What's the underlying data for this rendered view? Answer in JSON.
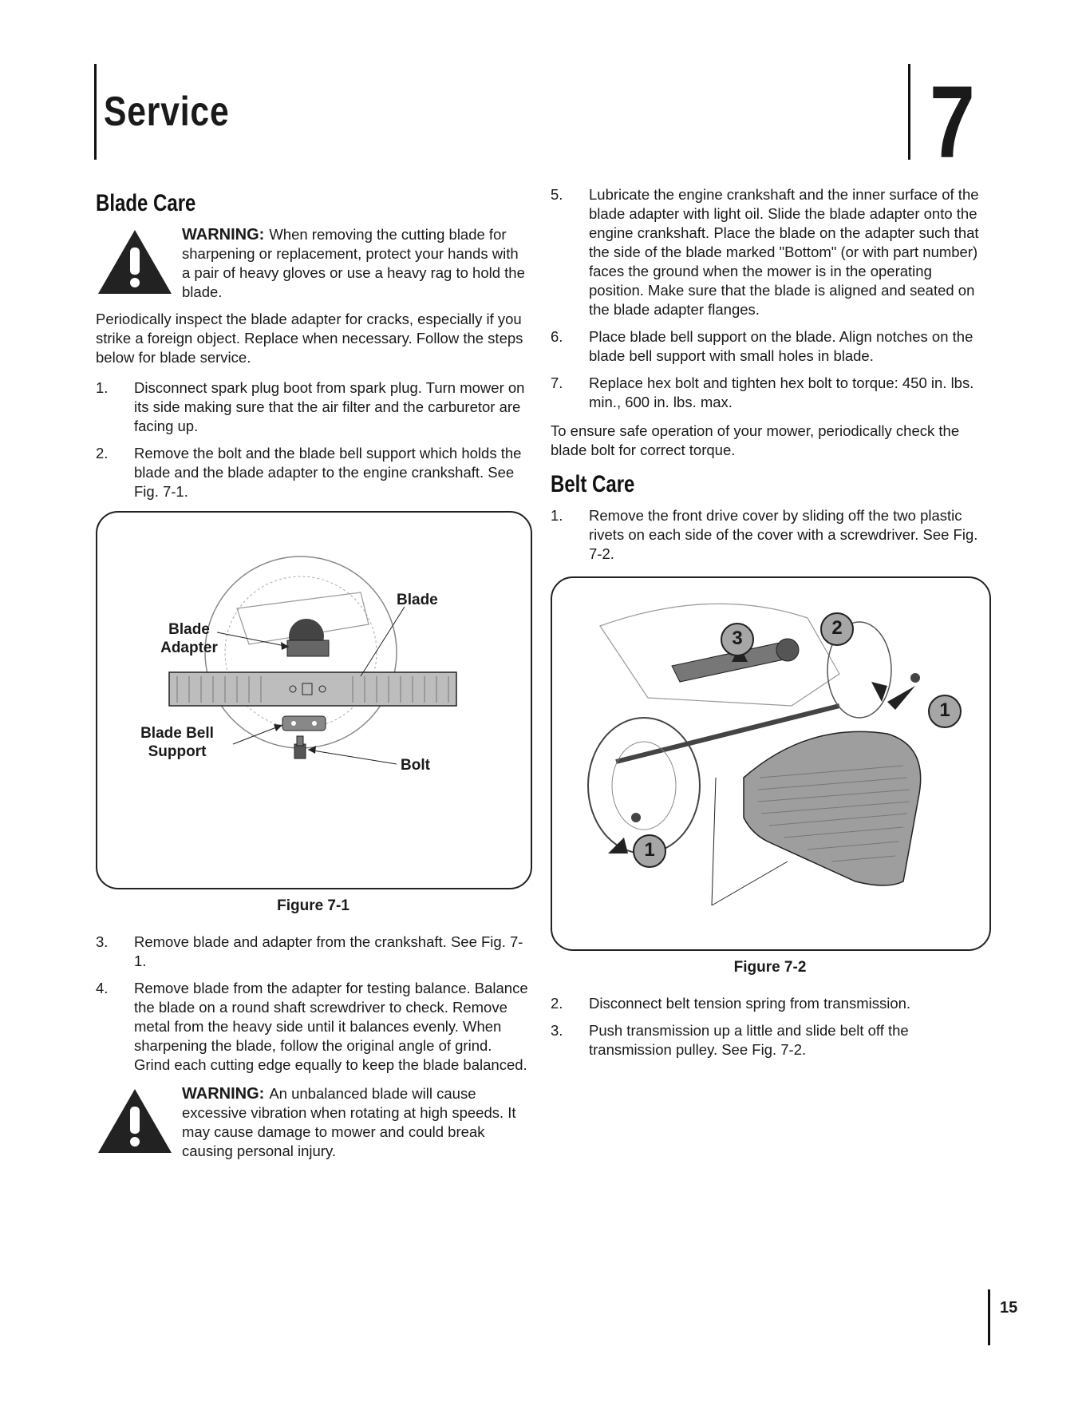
{
  "header": {
    "chapter_title": "Service",
    "chapter_number": "7"
  },
  "blade_care": {
    "heading": "Blade Care",
    "warning1": {
      "label": "WARNING:",
      "text": "When removing the cutting blade for sharpening or replacement, protect your hands with a pair of heavy gloves or use a heavy rag to hold the blade."
    },
    "intro": "Periodically inspect the blade adapter for cracks, especially if you strike a foreign object. Replace when necessary. Follow the steps below for blade service.",
    "steps_a": [
      {
        "num": "1.",
        "text": "Disconnect spark plug boot from spark plug. Turn mower on its side making sure that the air filter and the carburetor are facing up."
      },
      {
        "num": "2.",
        "text": "Remove the bolt and the blade bell support which holds the blade and the blade adapter to the engine crankshaft. See Fig. 7-1."
      }
    ],
    "figure1": {
      "caption": "Figure 7-1",
      "labels": {
        "blade_adapter": "Blade Adapter",
        "blade": "Blade",
        "blade_bell_support": "Blade Bell Support",
        "bolt": "Bolt"
      }
    },
    "steps_b": [
      {
        "num": "3.",
        "text": "Remove blade and adapter from the crankshaft. See Fig. 7-1."
      },
      {
        "num": "4.",
        "text": "Remove blade from the adapter for testing balance. Balance the blade on a round shaft screwdriver to check. Remove metal from the heavy side until it balances evenly. When sharpening the blade, follow the original angle of grind. Grind each cutting edge equally to keep the blade balanced."
      }
    ],
    "warning2": {
      "label": "WARNING:",
      "text": "An unbalanced blade will cause excessive vibration when rotating at high speeds. It may cause damage to mower and could break causing personal injury."
    },
    "steps_c": [
      {
        "num": "5.",
        "text": "Lubricate the engine crankshaft and the inner surface of the blade adapter with light oil. Slide the blade adapter onto the engine crankshaft. Place the blade on the adapter such that the side of the blade marked \"Bottom\" (or with part number) faces the ground when the mower is in the operating position. Make sure that the blade is aligned and seated on the blade adapter flanges."
      },
      {
        "num": "6.",
        "text": "Place blade bell support on the blade. Align notches on the blade bell support with small holes in blade."
      },
      {
        "num": "7.",
        "text": "Replace hex bolt and tighten hex bolt to torque: 450 in. lbs. min., 600 in. lbs. max."
      }
    ],
    "closing": "To ensure safe operation of your mower, periodically check the blade bolt for correct torque."
  },
  "belt_care": {
    "heading": "Belt Care",
    "steps_a": [
      {
        "num": "1.",
        "text": "Remove the front drive cover by sliding off the two plastic rivets on each side of the cover with a screwdriver. See Fig. 7-2."
      }
    ],
    "figure2": {
      "caption": "Figure 7-2",
      "callouts": {
        "c1": "1",
        "c2": "2",
        "c3": "3"
      }
    },
    "steps_b": [
      {
        "num": "2.",
        "text": "Disconnect belt tension spring from transmission."
      },
      {
        "num": "3.",
        "text": "Push transmission up a little and slide belt off the transmission pulley. See Fig. 7-2."
      }
    ]
  },
  "footer": {
    "page_number": "15"
  },
  "colors": {
    "ink": "#1a1a1a",
    "callout_fill": "#a6a6a6"
  }
}
